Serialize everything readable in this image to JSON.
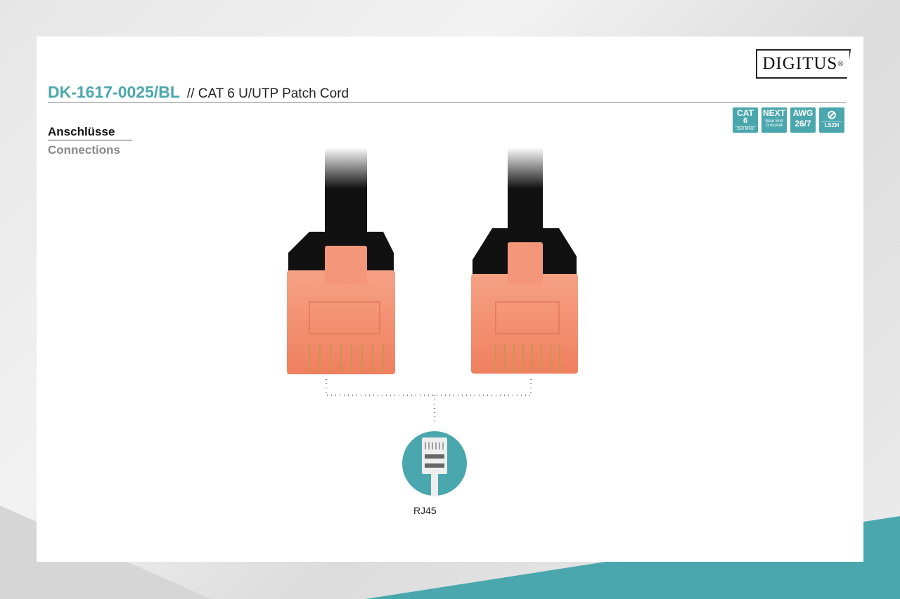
{
  "brand": {
    "logo": "DIGITUS",
    "registered": "®"
  },
  "header": {
    "product_code": "DK-1617-0025/BL",
    "subtitle": "// CAT 6 U/UTP Patch Cord"
  },
  "section": {
    "title_de": "Anschlüsse",
    "title_en": "Connections"
  },
  "badges": [
    {
      "top": "CAT",
      "mid": "6",
      "bottom": "250 MHz"
    },
    {
      "top": "NEXT",
      "mid": "Near End",
      "bottom": "Crosstalk"
    },
    {
      "top": "AWG",
      "mid": "26/7",
      "bottom": ""
    },
    {
      "top": "",
      "mid": "",
      "bottom": "LSZH",
      "icon": "no-halogen-icon"
    }
  ],
  "connector": {
    "label": "RJ45",
    "icon": "rj45-plug-icon"
  },
  "colors": {
    "accent": "#4aa7ad",
    "plug": "#f28a6a",
    "cable": "#111111"
  }
}
